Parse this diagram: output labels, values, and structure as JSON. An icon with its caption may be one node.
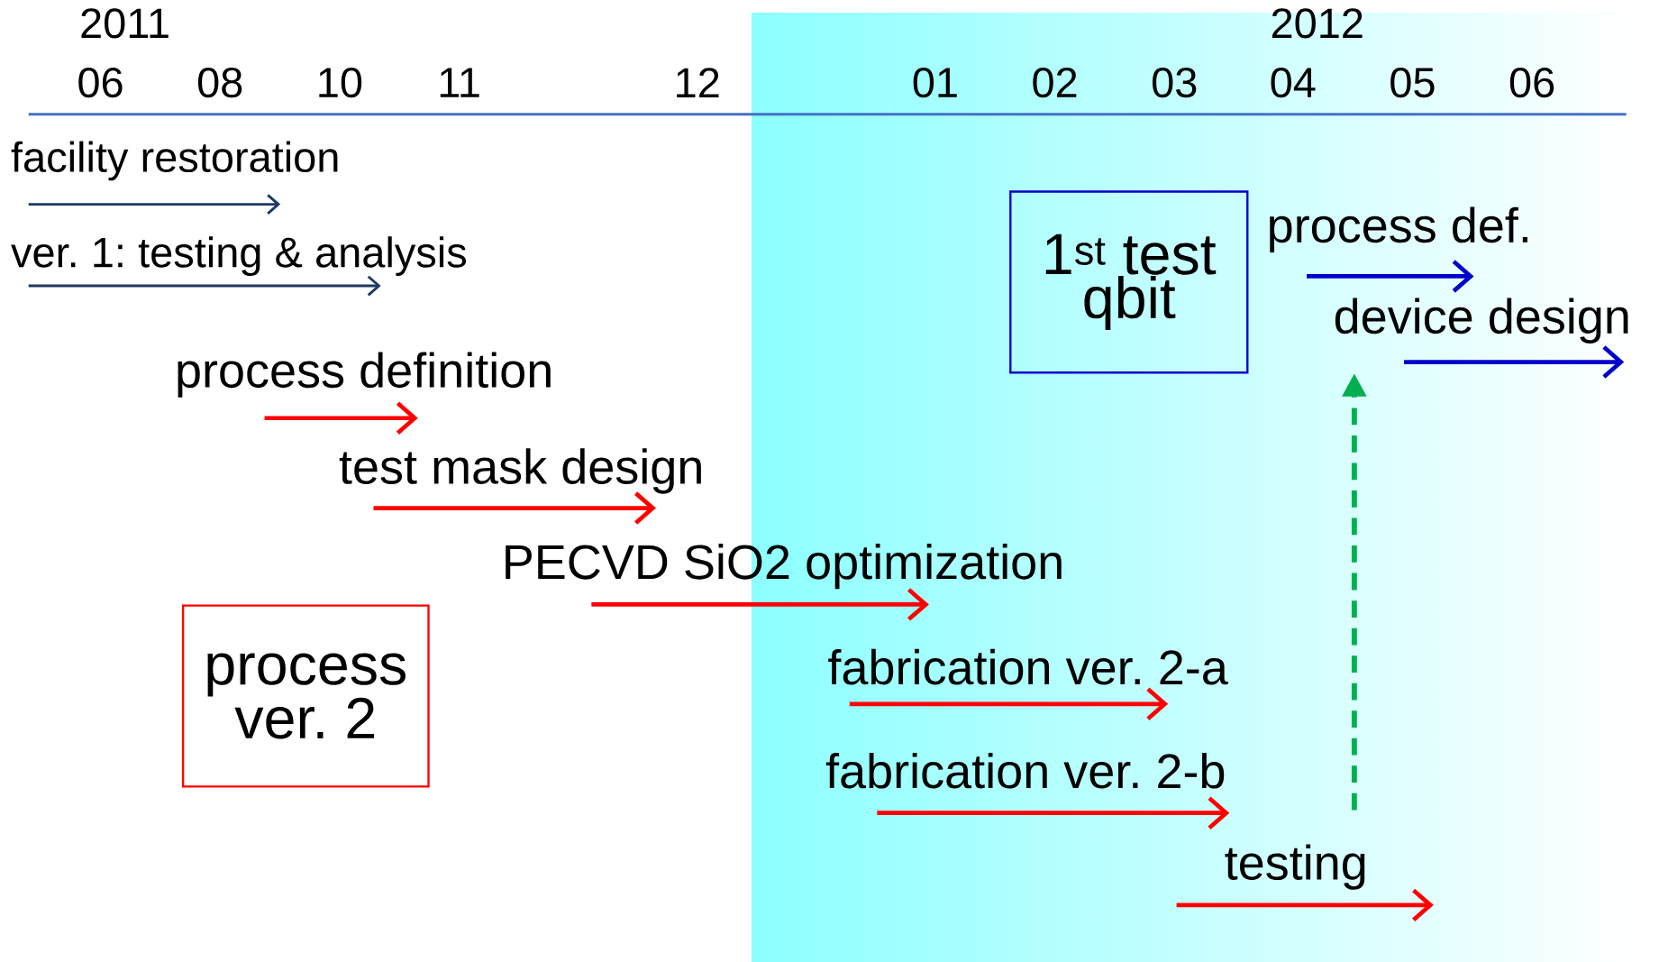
{
  "diagram": {
    "nodes": [
      {
        "text": [
          "facility restoration"
        ]
      },
      {
        "text": [
          "ver. 1: testing & analysis"
        ]
      },
      {
        "text": [
          "1$^{st}$ test qbit"
        ]
      },
      {
        "text": [
          "process def."
        ]
      },
      {
        "text": [
          "device design"
        ]
      },
      {
        "text": [
          "process definition"
        ]
      },
      {
        "text": [
          "test mask design"
        ]
      },
      {
        "text": [
          "PECVD SiO2 optimization"
        ]
      },
      {
        "text": [
          "process ver. 2"
        ]
      },
      {
        "text": [
          "fabrication ver. 2-a"
        ]
      },
      {
        "text": [
          "fabrication ver. 2-b"
        ]
      },
      {
        "text": [
          "testing"
        ]
      }
    ],
    "edges": [
      {
        "from": 11,
        "to": 4,
        "arrow": "to",
        "style": "dashed",
        "color": "#00b050"
      },
      {
        "from": null,
        "to": 0,
        "arrow": "to",
        "color": "#1f3864"
      },
      {
        "from": null,
        "to": 1,
        "arrow": "to",
        "color": "#1f3864"
      },
      {
        "from": null,
        "to": 3,
        "arrow": "to",
        "color": "#0000cc"
      },
      {
        "from": null,
        "to": 4,
        "arrow": "to",
        "color": "#0000cc"
      },
      {
        "from": null,
        "to": 5,
        "arrow": "to"
      },
      {
        "from": null,
        "to": 6,
        "arrow": "to"
      },
      {
        "from": null,
        "to": 7,
        "arrow": "to"
      },
      {
        "from": null,
        "to": 9,
        "arrow": "to"
      },
      {
        "from": null,
        "to": 10,
        "arrow": "to"
      },
      {
        "from": null,
        "to": 11,
        "arrow": "to"
      }
    ],
    "labels": [
      "2011",
      "2012",
      "06",
      "08",
      "10",
      "11",
      "12",
      "01",
      "02",
      "03",
      "04",
      "05",
      "06"
    ]
  }
}
